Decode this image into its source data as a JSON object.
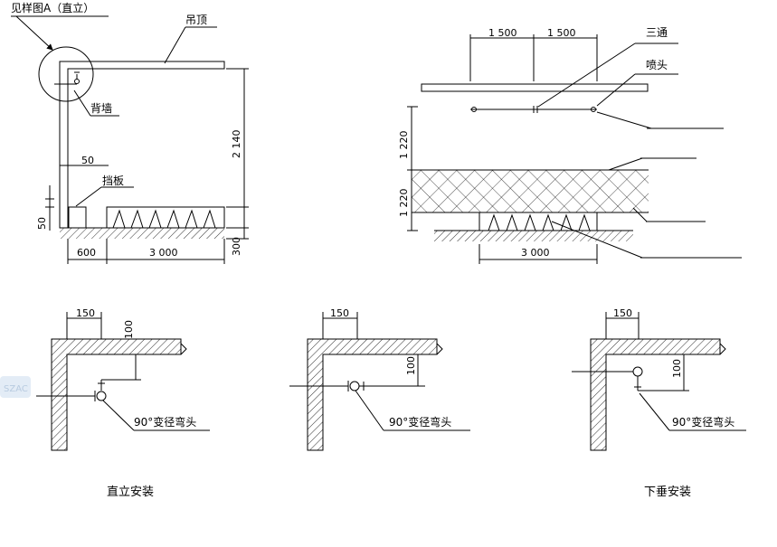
{
  "top_left": {
    "see_detail": "见样图A（直立）",
    "ceiling": "吊顶",
    "back_wall": "背墙",
    "baffle": "挡板",
    "dim_50_h": "50",
    "dim_50_v": "50",
    "dim_600": "600",
    "dim_3000": "3 000",
    "dim_2140": "2 140",
    "dim_300": "300"
  },
  "top_right": {
    "tee": "三通",
    "nozzle": "喷头",
    "dim_1500_a": "1 500",
    "dim_1500_b": "1 500",
    "dim_1220_a": "1 220",
    "dim_1220_b": "1 220",
    "dim_3000": "3 000"
  },
  "details": [
    {
      "dim_150": "150",
      "dim_100": "100",
      "elbow": "90°变径弯头",
      "caption": "直立安装"
    },
    {
      "dim_150": "150",
      "dim_100": "100",
      "elbow": "90°变径弯头",
      "caption": ""
    },
    {
      "dim_150": "150",
      "dim_100": "100",
      "elbow": "90°变径弯头",
      "caption": "下垂安装"
    }
  ],
  "watermark": "SZAC"
}
